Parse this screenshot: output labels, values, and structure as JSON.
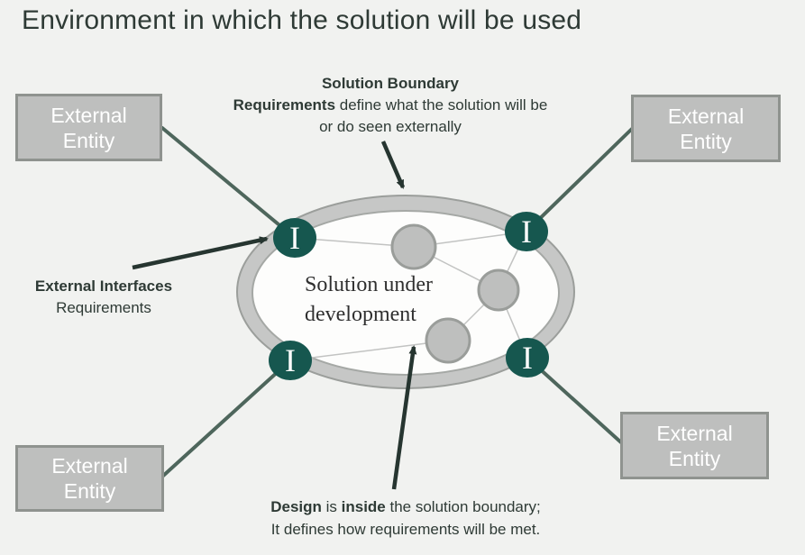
{
  "title": "Environment in which the solution will be used",
  "entities": [
    {
      "id": "top-left",
      "lines": [
        "External",
        "Entity"
      ]
    },
    {
      "id": "top-right",
      "lines": [
        "External",
        "Entity"
      ]
    },
    {
      "id": "bottom-left",
      "lines": [
        "External",
        "Entity"
      ]
    },
    {
      "id": "bottom-right",
      "lines": [
        "External",
        "Entity"
      ]
    }
  ],
  "interfaces": [
    {
      "id": "top-left",
      "label": "I"
    },
    {
      "id": "top-right",
      "label": "I"
    },
    {
      "id": "bottom-left",
      "label": "I"
    },
    {
      "id": "bottom-right",
      "label": "I"
    }
  ],
  "solution": {
    "lines": [
      "Solution under",
      "development"
    ]
  },
  "notes": {
    "boundary": {
      "heading": "Solution Boundary",
      "bold": "Requirements",
      "rest": " define what the solution will be",
      "line3": "or do seen externally"
    },
    "interfaces_note": {
      "bold": "External Interfaces",
      "line2": "Requirements"
    },
    "design": {
      "bold1": "Design",
      "mid": " is ",
      "bold2": "inside",
      "rest": " the solution boundary;",
      "line2": "It defines how requirements will be met."
    }
  },
  "colors": {
    "background": "#f1f2f0",
    "title_text": "#2e3a35",
    "box_fill": "#bebfbe",
    "box_border": "#8f938f",
    "box_text": "#ffffff",
    "ring_fill": "#c6c7c6",
    "ring_border": "#9b9e9b",
    "inner_fill": "#fdfdfc",
    "interface_fill": "#16574f",
    "interface_text": "#ffffff",
    "node_fill": "#bebfbe",
    "node_border": "#9a9d9a",
    "connector": "#4e665c",
    "arrow": "#263530",
    "internal_line": "#c2c3c2",
    "note_text": "#2e3a35",
    "solution_text": "#2f2f2f"
  }
}
